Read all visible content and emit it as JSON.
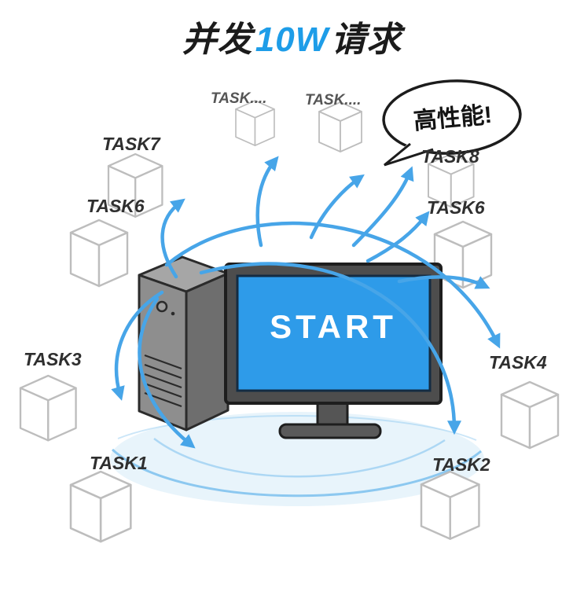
{
  "colors": {
    "accent_blue": "#1e9de8",
    "arrow_blue": "#47a5e8",
    "screen_blue": "#2e9be9",
    "halo_blue": "#e8f4fb",
    "halo_ring": "#8cc8f0",
    "label_dark": "#2f2f2f",
    "label_gray": "#555555",
    "cube_line": "#bdbdbd"
  },
  "title": {
    "part1": "并发",
    "part2": "10W",
    "part3": "请求"
  },
  "speech_bubble": {
    "text": "高性能!"
  },
  "computer": {
    "screen_label": "START"
  },
  "tasks": [
    {
      "label": "TASK...."
    },
    {
      "label": "TASK...."
    },
    {
      "label": "TASK7"
    },
    {
      "label": "TASK8"
    },
    {
      "label": "TASK6"
    },
    {
      "label": "TASK6"
    },
    {
      "label": "TASK3"
    },
    {
      "label": "TASK4"
    },
    {
      "label": "TASK1"
    },
    {
      "label": "TASK2"
    }
  ]
}
